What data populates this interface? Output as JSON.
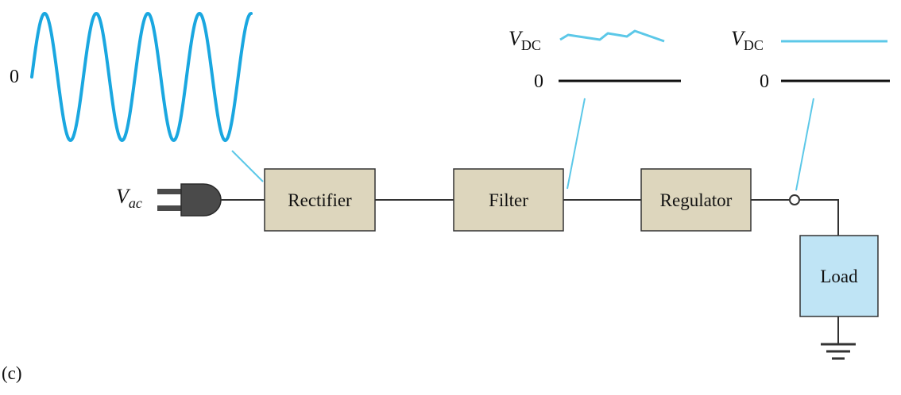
{
  "figure_label": "(c)",
  "colors": {
    "wave": "#1aa7e0",
    "pointer": "#5cc8e8",
    "block_fill": "#ddd6bd",
    "load_fill": "#bfe4f5",
    "wire": "#333333",
    "plug": "#4a4a4a"
  },
  "input": {
    "zero_label": "0",
    "source_symbol": "V",
    "source_subscript": "ac"
  },
  "blocks": {
    "rectifier": "Rectifier",
    "filter": "Filter",
    "regulator": "Regulator",
    "load": "Load"
  },
  "filter_output": {
    "dc_symbol": "V",
    "dc_subscript": "DC",
    "zero_label": "0"
  },
  "regulator_output": {
    "dc_symbol": "V",
    "dc_subscript": "DC",
    "zero_label": "0"
  }
}
